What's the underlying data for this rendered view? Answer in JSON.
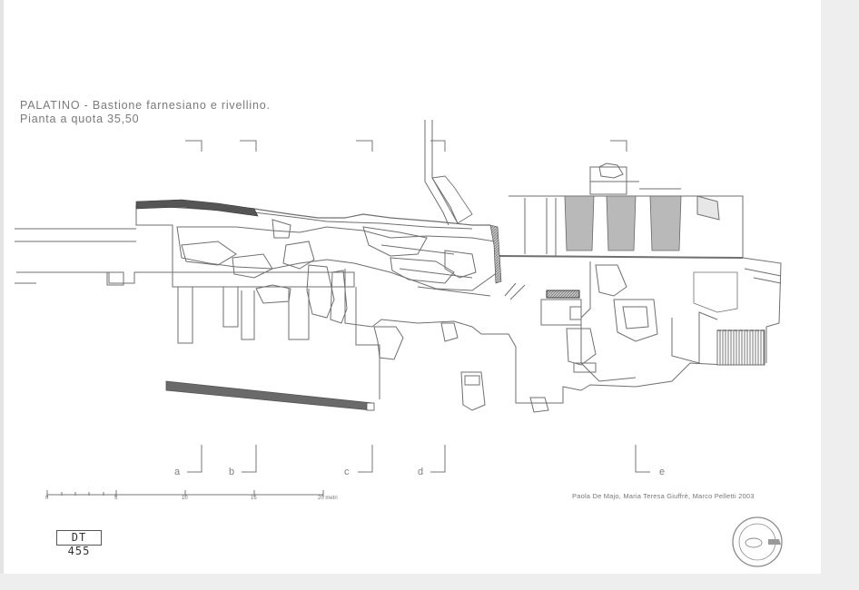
{
  "title": {
    "line1": "PALATINO - Bastione farnesiano e rivellino.",
    "line2": "Pianta a quota 35,50"
  },
  "credits": "Paola De Majo, Maria Teresa Giuffrè, Marco Pelletti 2003",
  "section_labels": [
    "a",
    "b",
    "c",
    "d",
    "e"
  ],
  "scale": {
    "labels": [
      "0",
      "5",
      "10",
      "15",
      "20 metri"
    ]
  },
  "sheet_code": "DT 455",
  "colors": {
    "line": "#6f6f6f",
    "dark_fill": "#7d7d7d",
    "hatch": "#9a9a9a",
    "grey_fill": "#b9b9b9"
  },
  "icons": {
    "stamp": "archive-stamp-seal"
  }
}
